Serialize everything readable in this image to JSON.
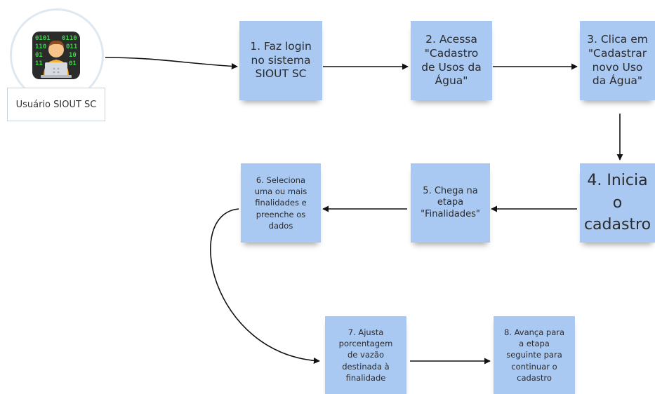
{
  "user": {
    "label": "Usuário SIOUT SC",
    "icon": "technologist-icon"
  },
  "steps": [
    {
      "id": 1,
      "lines": [
        "1. Faz login",
        "no sistema",
        "SIOUT SC"
      ]
    },
    {
      "id": 2,
      "lines": [
        "2. Acessa",
        "\"Cadastro",
        "de Usos da",
        "Água\""
      ]
    },
    {
      "id": 3,
      "lines": [
        "3. Clica em",
        "\"Cadastrar",
        "novo Uso",
        "da Água\""
      ]
    },
    {
      "id": 4,
      "lines": [
        "4. Inicia",
        "o",
        "cadastro"
      ]
    },
    {
      "id": 5,
      "lines": [
        "5. Chega na",
        "etapa",
        "\"Finalidades\""
      ]
    },
    {
      "id": 6,
      "lines": [
        "6. Seleciona",
        "uma ou mais",
        "finalidades e",
        "preenche os",
        "dados"
      ]
    },
    {
      "id": 7,
      "lines": [
        "7. Ajusta",
        "porcentagem",
        "de vazão",
        "destinada à",
        "finalidade"
      ]
    },
    {
      "id": 8,
      "lines": [
        "8. Avança para",
        "a etapa",
        "seguinte para",
        "continuar o",
        "cadastro"
      ]
    }
  ],
  "colors": {
    "note": "#a9c9f2",
    "arrow": "#111111",
    "avatar_bg": "#2b2b2b",
    "avatar_code": "#3ed34a"
  }
}
